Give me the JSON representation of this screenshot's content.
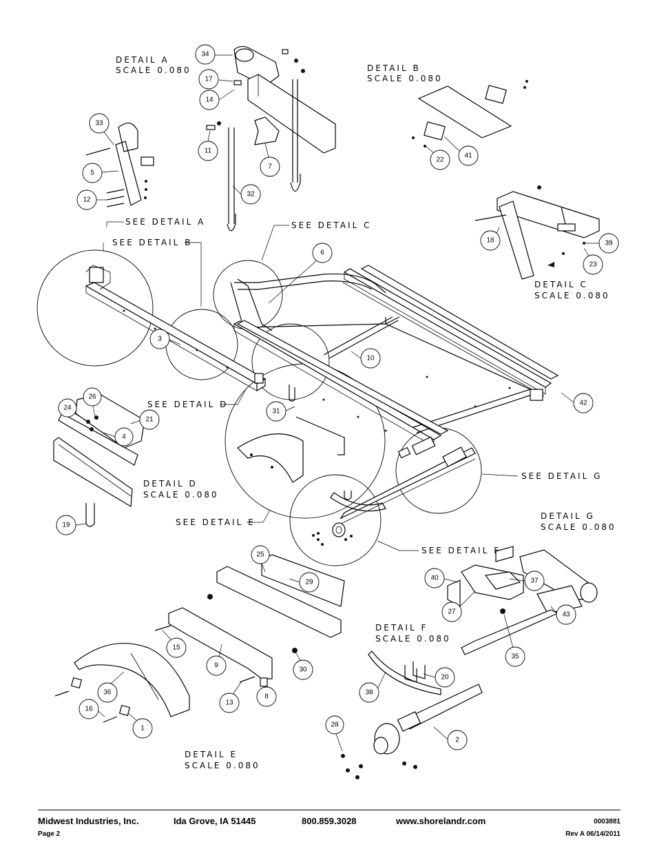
{
  "detail_labels": {
    "a": {
      "title": "DETAIL  A",
      "scale": "SCALE  0.080"
    },
    "b": {
      "title": "DETAIL  B",
      "scale": "SCALE  0.080"
    },
    "c": {
      "title": "DETAIL  C",
      "scale": "SCALE  0.080"
    },
    "d": {
      "title": "DETAIL  D",
      "scale": "SCALE  0.080"
    },
    "e": {
      "title": "DETAIL  E",
      "scale": "SCALE  0.080"
    },
    "f": {
      "title": "DETAIL  F",
      "scale": "SCALE  0.080"
    },
    "g": {
      "title": "DETAIL  G",
      "scale": "SCALE  0.080"
    }
  },
  "callouts": {
    "see_a": "SEE DETAIL  A",
    "see_b": "SEE DETAIL  B",
    "see_c": "SEE DETAIL  C",
    "see_d": "SEE DETAIL  D",
    "see_e": "SEE DETAIL  E",
    "see_f": "SEE DETAIL  F",
    "see_g": "SEE DETAIL  G"
  },
  "part_numbers": {
    "p1": "1",
    "p2": "2",
    "p3": "3",
    "p4": "4",
    "p5": "5",
    "p6": "6",
    "p7": "7",
    "p8": "8",
    "p9": "9",
    "p10": "10",
    "p11": "11",
    "p12": "12",
    "p13": "13",
    "p14": "14",
    "p15": "15",
    "p16": "16",
    "p17": "17",
    "p18": "18",
    "p19": "19",
    "p20": "20",
    "p21": "21",
    "p22": "22",
    "p23": "23",
    "p24": "24",
    "p25": "25",
    "p26": "26",
    "p27": "27",
    "p28": "28",
    "p29": "29",
    "p30": "30",
    "p31": "31",
    "p32": "32",
    "p33": "33",
    "p34": "34",
    "p35": "35",
    "p36": "36",
    "p37": "37",
    "p38": "38",
    "p39": "39",
    "p40": "40",
    "p41": "41",
    "p42": "42",
    "p43": "43"
  },
  "footer": {
    "company": "Midwest Industries, Inc.",
    "location": "Ida Grove, IA  51445",
    "phone": "800.859.3028",
    "website": "www.shorelandr.com",
    "doc_number": "0003881",
    "page": "Page 2",
    "revision": "Rev A 06/14/2011"
  }
}
